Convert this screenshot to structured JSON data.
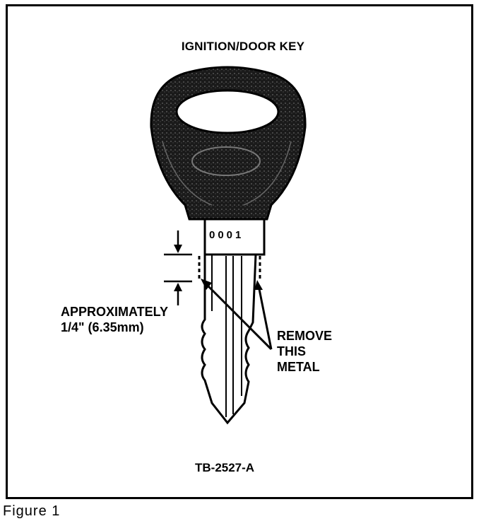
{
  "title": "IGNITION/DOOR KEY",
  "key_number": "0001",
  "measurement_label": [
    "APPROXIMATELY",
    "1/4\" (6.35mm)"
  ],
  "remove_label": [
    "REMOVE",
    "THIS",
    "METAL"
  ],
  "figure_code": "TB-2527-A",
  "caption": "Figure 1"
}
